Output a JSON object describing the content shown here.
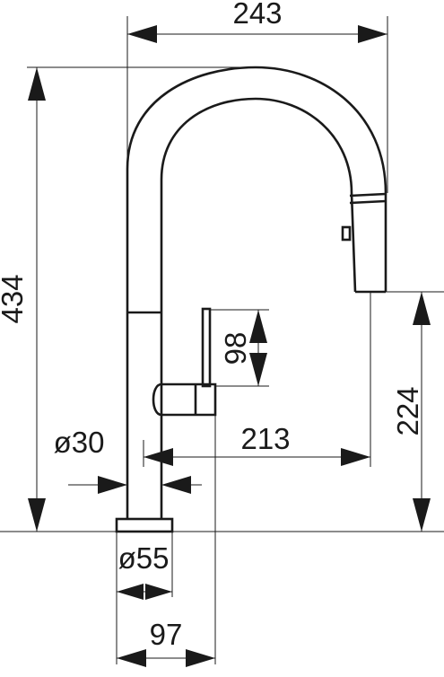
{
  "drawing": {
    "dimensions": {
      "overall_width": "243",
      "overall_height": "434",
      "spout_outlet_height": "224",
      "handle_height": "98",
      "spout_reach": "213",
      "body_diameter": "ø30",
      "base_diameter": "ø55",
      "mounting_width": "97"
    },
    "colors": {
      "line": "#1a1a1a",
      "background": "#ffffff"
    }
  }
}
